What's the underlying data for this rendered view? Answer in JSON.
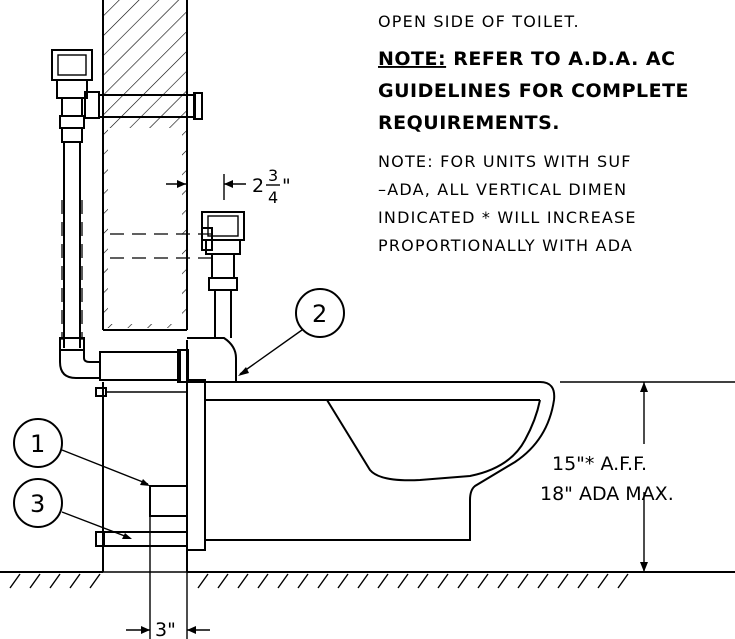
{
  "notes": {
    "line1": "OPEN SIDE OF TOILET.",
    "bold_prefix": "NOTE:",
    "bold_line1_rest": " REFER TO A.D.A. AC",
    "bold_line2": "GUIDELINES FOR COMPLETE",
    "bold_line3": "REQUIREMENTS.",
    "small_line1": "NOTE:  FOR  UNITS  WITH  SUF",
    "small_line2": "–ADA,  ALL  VERTICAL  DIMEN",
    "small_line3": "INDICATED  *  WILL  INCREASE",
    "small_line4": "PROPORTIONALLY  WITH  ADA"
  },
  "dimensions": {
    "wall_offset_whole": "2",
    "wall_offset_num": "3",
    "wall_offset_den": "4",
    "wall_offset_unit": "\"",
    "height_line1": "15\"* A.F.F.",
    "height_line2": "18\" ADA MAX.",
    "bottom_offset": "3\""
  },
  "callouts": {
    "c1": "1",
    "c2": "2",
    "c3": "3"
  }
}
